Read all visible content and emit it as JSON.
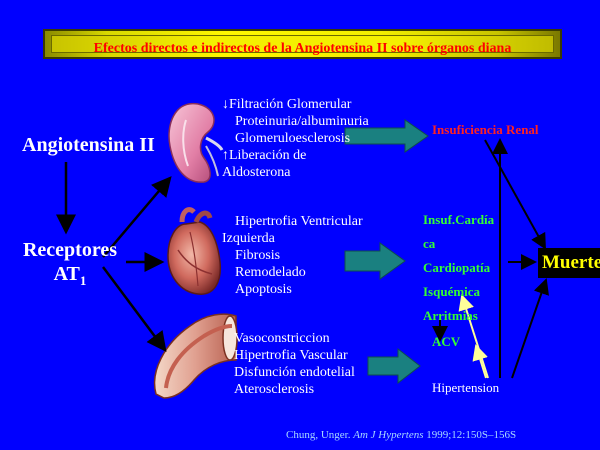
{
  "title": "Efectos directos e indirectos de la Angiotensina II sobre órganos diana",
  "angiotensina": "Angiotensina II",
  "receptores": {
    "line1": "Receptores",
    "line2": "AT",
    "sub": "1"
  },
  "kidney_list": [
    "↓Filtración Glomerular",
    "Proteinuria/albuminuria",
    "Glomeruloesclerosis",
    "↑Liberación de",
    "Aldosterona"
  ],
  "heart_list": [
    "Hipertrofia Ventricular",
    "Izquierda",
    "Fibrosis",
    "Remodelado",
    "Apoptosis"
  ],
  "vessel_list": [
    "Vasoconstriccion",
    "Hipertrofia Vascular",
    "Disfunción endotelial",
    "Aterosclerosis"
  ],
  "insuf_renal": "Insuficiencia Renal",
  "cardiac_outcomes": [
    "Insuf.Cardía",
    "ca",
    "Cardiopatía",
    "Isquémica",
    "Arritmias"
  ],
  "acv": "ACV",
  "hipertension": "Hipertension",
  "muerte": "Muerte",
  "citation": {
    "authors": "Chung, Unger.",
    "journal": "Am J Hypertens",
    "ref": "1999;12:150S–156S"
  },
  "colors": {
    "background": "#0000ff",
    "title_text": "#ff0000",
    "banner": "#f4ef00",
    "fat_arrow": "#1a8080",
    "outcome_green": "#33ff33",
    "renal_red": "#ff2222",
    "death_box": "#000000",
    "death_text": "#ffff00"
  }
}
